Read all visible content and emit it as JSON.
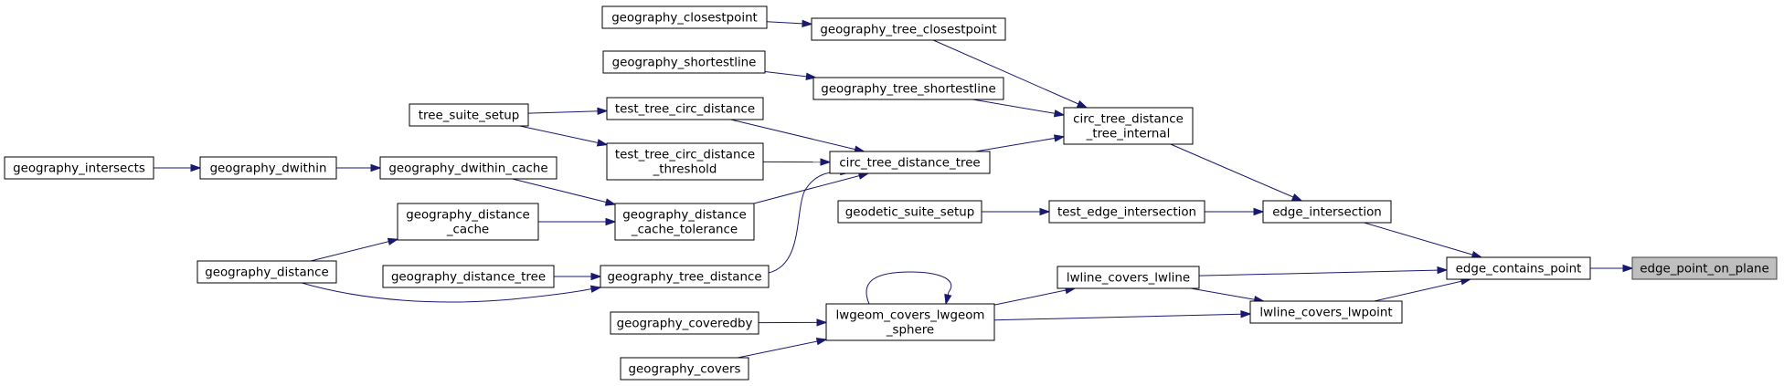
{
  "colors": {
    "node_fill": "#ffffff",
    "node_border": "#000000",
    "root_fill": "#bfbfbf",
    "edge": "#191970"
  },
  "nodes": [
    {
      "id": "edge_point_on_plane",
      "lines": [
        "edge_point_on_plane"
      ],
      "root": true
    },
    {
      "id": "edge_contains_point",
      "lines": [
        "edge_contains_point"
      ]
    },
    {
      "id": "edge_intersection",
      "lines": [
        "edge_intersection"
      ]
    },
    {
      "id": "lwline_covers_lwline",
      "lines": [
        "lwline_covers_lwline"
      ]
    },
    {
      "id": "lwline_covers_lwpoint",
      "lines": [
        "lwline_covers_lwpoint"
      ]
    },
    {
      "id": "circ_tree_distance_tree_internal",
      "lines": [
        "circ_tree_distance",
        "_tree_internal"
      ]
    },
    {
      "id": "test_edge_intersection",
      "lines": [
        "test_edge_intersection"
      ]
    },
    {
      "id": "lwgeom_covers_lwgeom_sphere",
      "lines": [
        "lwgeom_covers_lwgeom",
        "_sphere"
      ]
    },
    {
      "id": "geography_tree_closestpoint",
      "lines": [
        "geography_tree_closestpoint"
      ]
    },
    {
      "id": "geography_tree_shortestline",
      "lines": [
        "geography_tree_shortestline"
      ]
    },
    {
      "id": "circ_tree_distance_tree",
      "lines": [
        "circ_tree_distance_tree"
      ]
    },
    {
      "id": "geodetic_suite_setup",
      "lines": [
        "geodetic_suite_setup"
      ]
    },
    {
      "id": "geography_coveredby",
      "lines": [
        "geography_coveredby"
      ]
    },
    {
      "id": "geography_covers",
      "lines": [
        "geography_covers"
      ]
    },
    {
      "id": "geography_closestpoint",
      "lines": [
        "geography_closestpoint"
      ]
    },
    {
      "id": "geography_shortestline",
      "lines": [
        "geography_shortestline"
      ]
    },
    {
      "id": "test_tree_circ_distance",
      "lines": [
        "test_tree_circ_distance"
      ]
    },
    {
      "id": "test_tree_circ_distance_threshold",
      "lines": [
        "test_tree_circ_distance",
        "_threshold"
      ]
    },
    {
      "id": "geography_distance_cache_tolerance",
      "lines": [
        "geography_distance",
        "_cache_tolerance"
      ]
    },
    {
      "id": "geography_tree_distance",
      "lines": [
        "geography_tree_distance"
      ]
    },
    {
      "id": "tree_suite_setup",
      "lines": [
        "tree_suite_setup"
      ]
    },
    {
      "id": "geography_dwithin_cache",
      "lines": [
        "geography_dwithin_cache"
      ]
    },
    {
      "id": "geography_distance_cache",
      "lines": [
        "geography_distance",
        "_cache"
      ]
    },
    {
      "id": "geography_distance_tree",
      "lines": [
        "geography_distance_tree"
      ]
    },
    {
      "id": "geography_dwithin",
      "lines": [
        "geography_dwithin"
      ]
    },
    {
      "id": "geography_distance",
      "lines": [
        "geography_distance"
      ]
    },
    {
      "id": "geography_intersects",
      "lines": [
        "geography_intersects"
      ]
    }
  ],
  "edges": [
    {
      "from": "edge_contains_point",
      "to": "edge_point_on_plane"
    },
    {
      "from": "edge_intersection",
      "to": "edge_contains_point"
    },
    {
      "from": "lwline_covers_lwline",
      "to": "edge_contains_point"
    },
    {
      "from": "lwline_covers_lwpoint",
      "to": "edge_contains_point"
    },
    {
      "from": "circ_tree_distance_tree_internal",
      "to": "edge_intersection"
    },
    {
      "from": "test_edge_intersection",
      "to": "edge_intersection"
    },
    {
      "from": "lwgeom_covers_lwgeom_sphere",
      "to": "lwline_covers_lwline"
    },
    {
      "from": "lwline_covers_lwline",
      "to": "lwline_covers_lwpoint"
    },
    {
      "from": "lwgeom_covers_lwgeom_sphere",
      "to": "lwline_covers_lwpoint"
    },
    {
      "from": "geography_tree_closestpoint",
      "to": "circ_tree_distance_tree_internal"
    },
    {
      "from": "geography_tree_shortestline",
      "to": "circ_tree_distance_tree_internal"
    },
    {
      "from": "circ_tree_distance_tree",
      "to": "circ_tree_distance_tree_internal"
    },
    {
      "from": "geodetic_suite_setup",
      "to": "test_edge_intersection"
    },
    {
      "from": "lwgeom_covers_lwgeom_sphere",
      "to": "lwgeom_covers_lwgeom_sphere"
    },
    {
      "from": "geography_coveredby",
      "to": "lwgeom_covers_lwgeom_sphere"
    },
    {
      "from": "geography_covers",
      "to": "lwgeom_covers_lwgeom_sphere"
    },
    {
      "from": "geography_closestpoint",
      "to": "geography_tree_closestpoint"
    },
    {
      "from": "geography_shortestline",
      "to": "geography_tree_shortestline"
    },
    {
      "from": "test_tree_circ_distance",
      "to": "circ_tree_distance_tree"
    },
    {
      "from": "test_tree_circ_distance_threshold",
      "to": "circ_tree_distance_tree"
    },
    {
      "from": "geography_distance_cache_tolerance",
      "to": "circ_tree_distance_tree"
    },
    {
      "from": "geography_tree_distance",
      "to": "circ_tree_distance_tree"
    },
    {
      "from": "tree_suite_setup",
      "to": "test_tree_circ_distance"
    },
    {
      "from": "tree_suite_setup",
      "to": "test_tree_circ_distance_threshold"
    },
    {
      "from": "geography_dwithin_cache",
      "to": "geography_distance_cache_tolerance"
    },
    {
      "from": "geography_distance_cache",
      "to": "geography_distance_cache_tolerance"
    },
    {
      "from": "geography_distance_tree",
      "to": "geography_tree_distance"
    },
    {
      "from": "geography_distance",
      "to": "geography_tree_distance"
    },
    {
      "from": "geography_dwithin",
      "to": "geography_dwithin_cache"
    },
    {
      "from": "geography_distance",
      "to": "geography_distance_cache"
    },
    {
      "from": "geography_intersects",
      "to": "geography_dwithin"
    }
  ]
}
